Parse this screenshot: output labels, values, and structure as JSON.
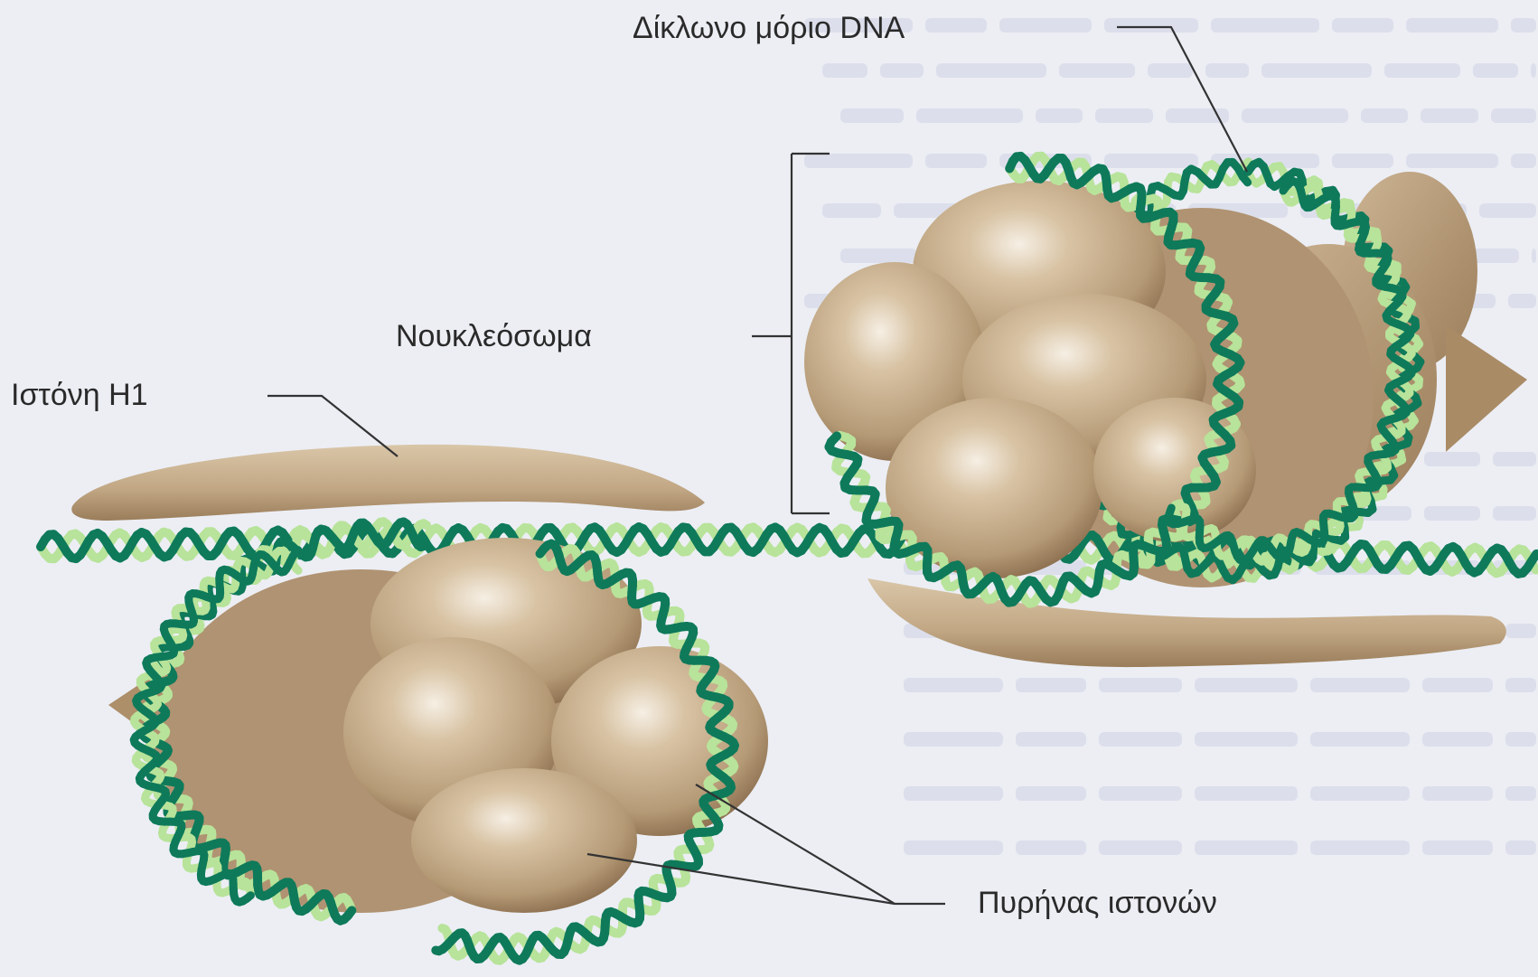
{
  "labels": {
    "dna": "Δίκλωνο μόριο DNA",
    "nucleosome": "Νουκλεόσωμα",
    "histone_h1": "Ιστόνη Η1",
    "histone_core": "Πυρήνας ιστονών"
  },
  "colors": {
    "background": "#eceef4",
    "background_text": "#a7adc6",
    "histone": "#c8b08f",
    "histone_shadow": "#8e7453",
    "histone_highlight": "#f5ecdf",
    "dna_dark": "#0e7a5a",
    "dna_light": "#b8e39a",
    "leader": "#333333"
  }
}
